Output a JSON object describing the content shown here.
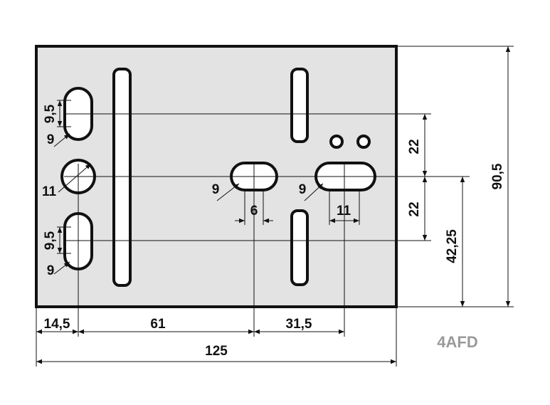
{
  "drawing": {
    "part_code": "4AFD",
    "colors": {
      "plate": "#e3e3e3",
      "line": "#111111",
      "code": "#9a9a9a"
    },
    "dimensions": {
      "overall_width": "125",
      "overall_height": "90,5",
      "left_offset": "14,5",
      "mid_offset": "61",
      "right_offset": "31,5",
      "upper_spacing": "22",
      "lower_spacing": "22",
      "center_height": "42,25",
      "left_slot_upper_length": "9,5",
      "left_slot_upper_width": "9",
      "left_hole_diameter": "11",
      "left_slot_lower_length": "9,5",
      "left_slot_lower_width": "9",
      "center_slot_width": "9",
      "center_slot_length": "6",
      "right_slot_width": "9",
      "right_slot_length": "11"
    }
  }
}
